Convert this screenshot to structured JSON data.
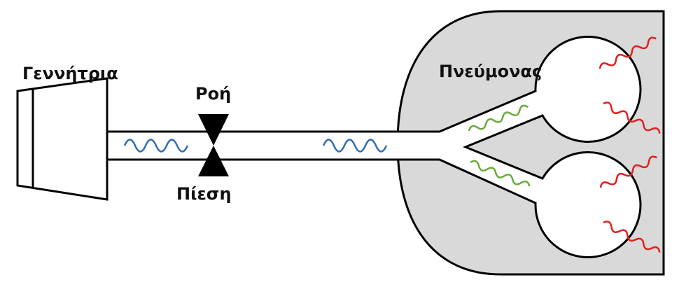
{
  "labels": {
    "generator": "Γεννήτρια",
    "flow": "Ροή",
    "pressure": "Πίεση",
    "lung": "Πνεύμονας"
  },
  "colors": {
    "outline": "#000000",
    "lung_fill": "#d9d9d9",
    "tube_fill": "#ffffff",
    "wave_tube": "#2e6db4",
    "wave_branch": "#6aaa3a",
    "wave_alveoli": "#e02020"
  },
  "icons": {
    "generator": "generator-icon",
    "valve": "bowtie-valve-icon"
  }
}
